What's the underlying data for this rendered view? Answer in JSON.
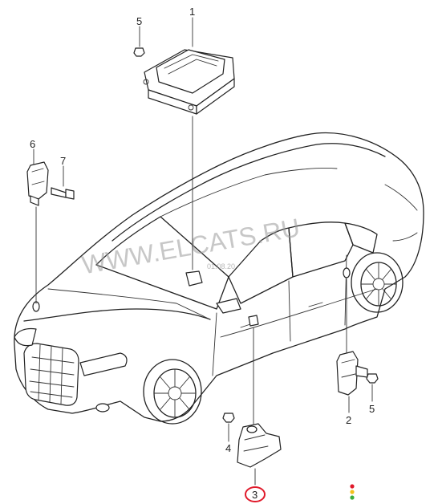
{
  "watermark": "WWW.ELCATS.RU",
  "watermark_date": "01.08.20",
  "callouts": {
    "c1": "1",
    "c2": "2",
    "c3": "3",
    "c4": "4",
    "c5a": "5",
    "c5b": "5",
    "c6": "6",
    "c7": "7"
  },
  "colors": {
    "highlight": "#e0192a",
    "dot_red": "#e0192a",
    "dot_yellow": "#f3c01c",
    "dot_green": "#3cae3c"
  }
}
